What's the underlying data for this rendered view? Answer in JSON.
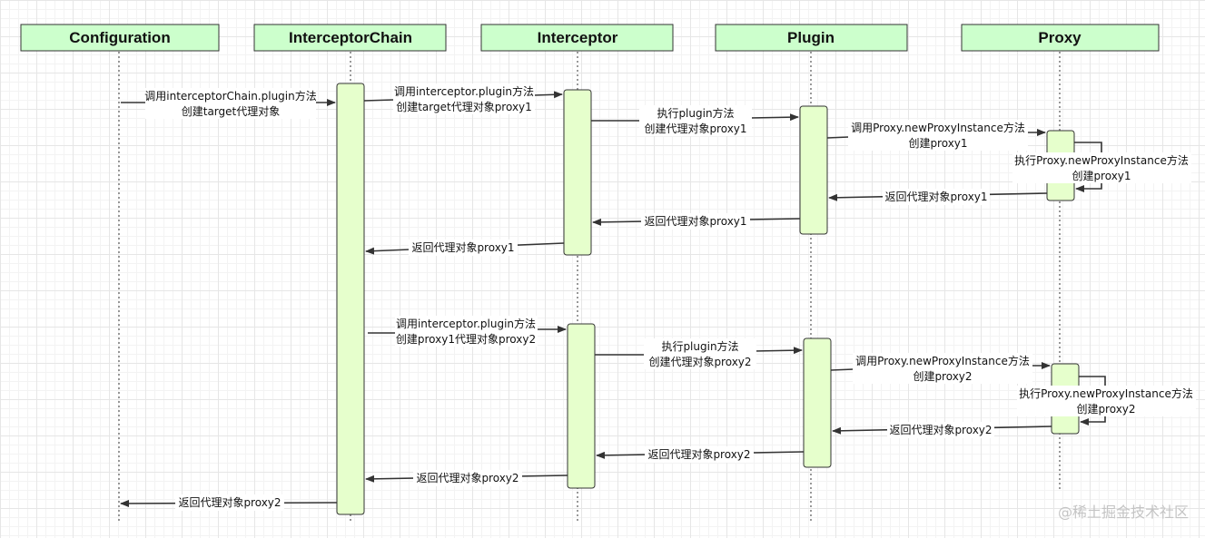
{
  "participants": [
    {
      "id": "configuration",
      "label": "Configuration"
    },
    {
      "id": "interceptor-chain",
      "label": "InterceptorChain"
    },
    {
      "id": "interceptor",
      "label": "Interceptor"
    },
    {
      "id": "plugin",
      "label": "Plugin"
    },
    {
      "id": "proxy",
      "label": "Proxy"
    }
  ],
  "messages": [
    {
      "id": "m1",
      "from": "configuration",
      "to": "interceptor-chain",
      "kind": "call",
      "lines": [
        "调用interceptorChain.plugin方法",
        "创建target代理对象"
      ]
    },
    {
      "id": "m2",
      "from": "interceptor-chain",
      "to": "interceptor",
      "kind": "call",
      "lines": [
        "调用interceptor.plugin方法",
        "创建target代理对象proxy1"
      ]
    },
    {
      "id": "m3",
      "from": "interceptor",
      "to": "plugin",
      "kind": "call",
      "lines": [
        "执行plugin方法",
        "创建代理对象proxy1"
      ]
    },
    {
      "id": "m4",
      "from": "plugin",
      "to": "proxy",
      "kind": "call",
      "lines": [
        "调用Proxy.newProxyInstance方法",
        "创建proxy1"
      ]
    },
    {
      "id": "m5",
      "from": "proxy",
      "to": "proxy",
      "kind": "self",
      "lines": [
        "执行Proxy.newProxyInstance方法",
        "创建proxy1"
      ]
    },
    {
      "id": "m6",
      "from": "proxy",
      "to": "plugin",
      "kind": "return",
      "lines": [
        "返回代理对象proxy1"
      ]
    },
    {
      "id": "m7",
      "from": "plugin",
      "to": "interceptor",
      "kind": "return",
      "lines": [
        "返回代理对象proxy1"
      ]
    },
    {
      "id": "m8",
      "from": "interceptor",
      "to": "interceptor-chain",
      "kind": "return",
      "lines": [
        "返回代理对象proxy1"
      ]
    },
    {
      "id": "m9",
      "from": "interceptor-chain",
      "to": "interceptor",
      "kind": "call",
      "lines": [
        "调用interceptor.plugin方法",
        "创建proxy1代理对象proxy2"
      ]
    },
    {
      "id": "m10",
      "from": "interceptor",
      "to": "plugin",
      "kind": "call",
      "lines": [
        "执行plugin方法",
        "创建代理对象proxy2"
      ]
    },
    {
      "id": "m11",
      "from": "plugin",
      "to": "proxy",
      "kind": "call",
      "lines": [
        "调用Proxy.newProxyInstance方法",
        "创建proxy2"
      ]
    },
    {
      "id": "m12",
      "from": "proxy",
      "to": "proxy",
      "kind": "self",
      "lines": [
        "执行Proxy.newProxyInstance方法",
        "创建proxy2"
      ]
    },
    {
      "id": "m13",
      "from": "proxy",
      "to": "plugin",
      "kind": "return",
      "lines": [
        "返回代理对象proxy2"
      ]
    },
    {
      "id": "m14",
      "from": "plugin",
      "to": "interceptor",
      "kind": "return",
      "lines": [
        "返回代理对象proxy2"
      ]
    },
    {
      "id": "m15",
      "from": "interceptor",
      "to": "interceptor-chain",
      "kind": "return",
      "lines": [
        "返回代理对象proxy2"
      ]
    },
    {
      "id": "m16",
      "from": "interceptor-chain",
      "to": "configuration",
      "kind": "return",
      "lines": [
        "返回代理对象proxy2"
      ]
    }
  ],
  "watermark": "@稀土掘金技术社区",
  "colors": {
    "header_fill": "#ccffcc",
    "activation_fill": "#e6ffcc",
    "line": "#333333",
    "lifeline": "#555555"
  }
}
